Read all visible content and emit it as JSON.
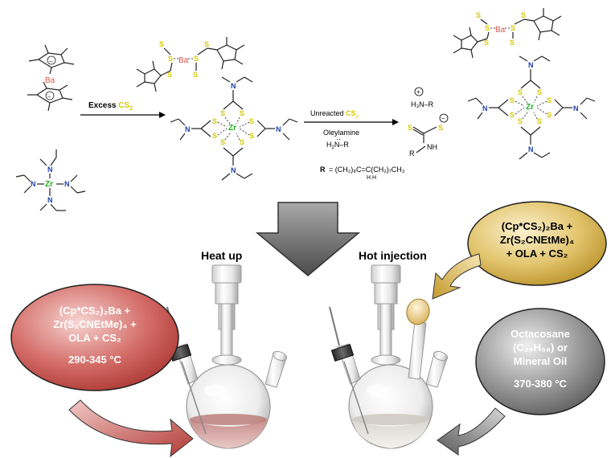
{
  "reaction": {
    "step1_reagent_prefix": "Excess ",
    "step1_reagent_species": "CS",
    "step1_reagent_sub": "2",
    "step2_line1_prefix": "Unreacted ",
    "step2_line1_species": "CS",
    "step2_line1_sub": "2",
    "step2_line2": "Oleylamine",
    "step2_amine_h2n": "H",
    "step2_amine_sub": "2",
    "step2_amine_rest": "N–R",
    "r_definition_lhs": "R",
    "r_definition_rhs": "= (CH₂)₈C=C(CH₂)₇CH₃",
    "r_definition_h": "H   H",
    "ammonium_label": "H₃N–R",
    "ammonium_charge": "+",
    "dithiocarbamate_charge": "−",
    "dithiocarbamate_r": "R",
    "dithiocarbamate_nh": "NH"
  },
  "atoms": {
    "barium": "Ba",
    "zirconium": "Zr",
    "sulfur": "S",
    "nitrogen": "N"
  },
  "methods": {
    "heat_up_title": "Heat up",
    "hot_injection_title": "Hot injection"
  },
  "bubbles": {
    "heat_up": {
      "line1": "(Cp*CS₂)₂Ba +",
      "line2": "Zr(S₂CNEtMe)₄ +",
      "line3": "OLA + CS₂",
      "temperature": "290-345 °C",
      "color": "#c0504d"
    },
    "injection_precursor": {
      "line1": "(Cp*CS₂)₂Ba +",
      "line2": "Zr(S₂CNEtMe)₄",
      "line3": "+ OLA + CS₂",
      "color": "#d9b44a"
    },
    "solvent": {
      "line1": "Octacosane",
      "line2": "(C₂₈H₅₈) or",
      "line3": "Mineral Oil",
      "temperature": "370-380 °C",
      "color": "#7f7f7f"
    }
  }
}
